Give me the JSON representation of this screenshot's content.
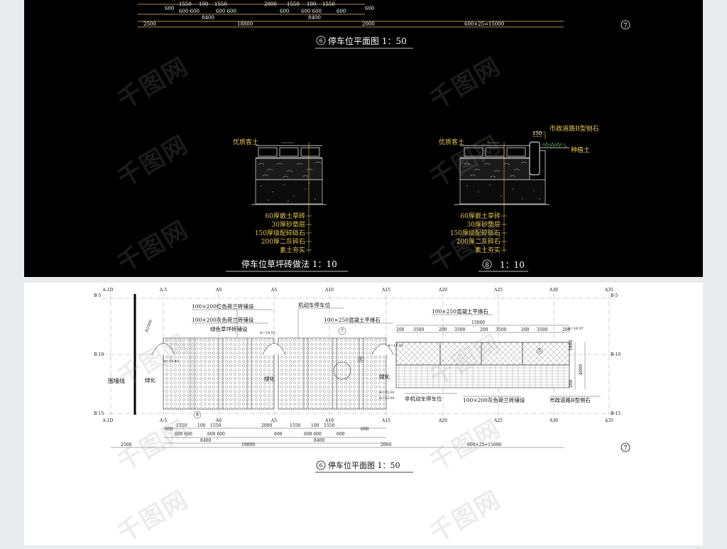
{
  "top": {
    "plan_dims_row1": [
      "600",
      "1550",
      "100",
      "1550",
      "2000",
      "1550",
      "100",
      "1550",
      "600"
    ],
    "plan_dims_row2": [
      "600 600",
      "600 600",
      "600",
      "600 600",
      "600"
    ],
    "plan_dims_row3": [
      "8400",
      "8400"
    ],
    "plan_dims_row4": [
      "2500",
      "18800",
      "2000",
      "600×25=15000"
    ],
    "plan_title_num": "6",
    "plan_title": "停车位平面图 1：50",
    "marker7": "7",
    "sect1_soil": "优质客土",
    "sect2_soil": "优质客土",
    "sect2_curb": "市政道路B型侧石",
    "sect2_curb_w": "150",
    "sect2_plant": "种植土",
    "layers": [
      "60厚嵌土草砖",
      "30厚砂垫层",
      "150厚级配碎砾石",
      "200厚二灰碎石",
      "素土夯实"
    ],
    "sect1_title": "停车位草坪砖做法 1：10",
    "sect2_num": "8",
    "sect2_scale": "1：10"
  },
  "bottom": {
    "grid_cols": [
      "A-1D",
      "A-5",
      "A0",
      "A5",
      "A10",
      "A15",
      "A20",
      "A25",
      "A30",
      "A35"
    ],
    "grid_rows": [
      "B-5",
      "B-10",
      "B-15"
    ],
    "label_red_paver": "100×200红色荷兰砖铺设",
    "label_grey_paver": "100×200灰色荷兰砖铺设",
    "label_green_grass": "绿色草坪砖铺设",
    "label_motor_parking": "机动车停车位",
    "label_curb250": "100×250混凝土平缘石",
    "label_curb250_right": "100×250混凝土平缘石",
    "label_wall": "围墙线",
    "label_green1": "绿化",
    "label_green2": "绿化",
    "label_green3": "绿化",
    "label_nonmotor": "非机动车停车位",
    "label_grey_paver2": "100×200灰色荷兰砖铺设",
    "label_curb_b": "市政道路B型侧石",
    "right_top_dims": [
      "15000",
      "200",
      "3500",
      "200",
      "3500",
      "200",
      "3500",
      "200",
      "3500",
      "200"
    ],
    "right_side_dims": [
      "1800",
      "4000",
      "200"
    ],
    "elev_labels": [
      "A=14.51",
      "A=16.97",
      "A=14.91",
      "A=15.91",
      "A=12.81",
      "A=13.41"
    ],
    "r1000": "R1000",
    "markers": [
      "7",
      "4",
      "5",
      "8"
    ],
    "dims_row1": [
      "600",
      "1550",
      "100",
      "1550",
      "2000",
      "1550",
      "100",
      "1550",
      "600"
    ],
    "dims_row2": [
      "600 600",
      "600 600",
      "600",
      "600 600",
      "600"
    ],
    "dims_row3": [
      "8400",
      "8400"
    ],
    "dims_row4": [
      "2500",
      "18800",
      "2000",
      "600×25=15000"
    ],
    "title_num": "6",
    "title": "停车位平面图 1：50",
    "marker7": "7"
  },
  "watermark": "千图网"
}
